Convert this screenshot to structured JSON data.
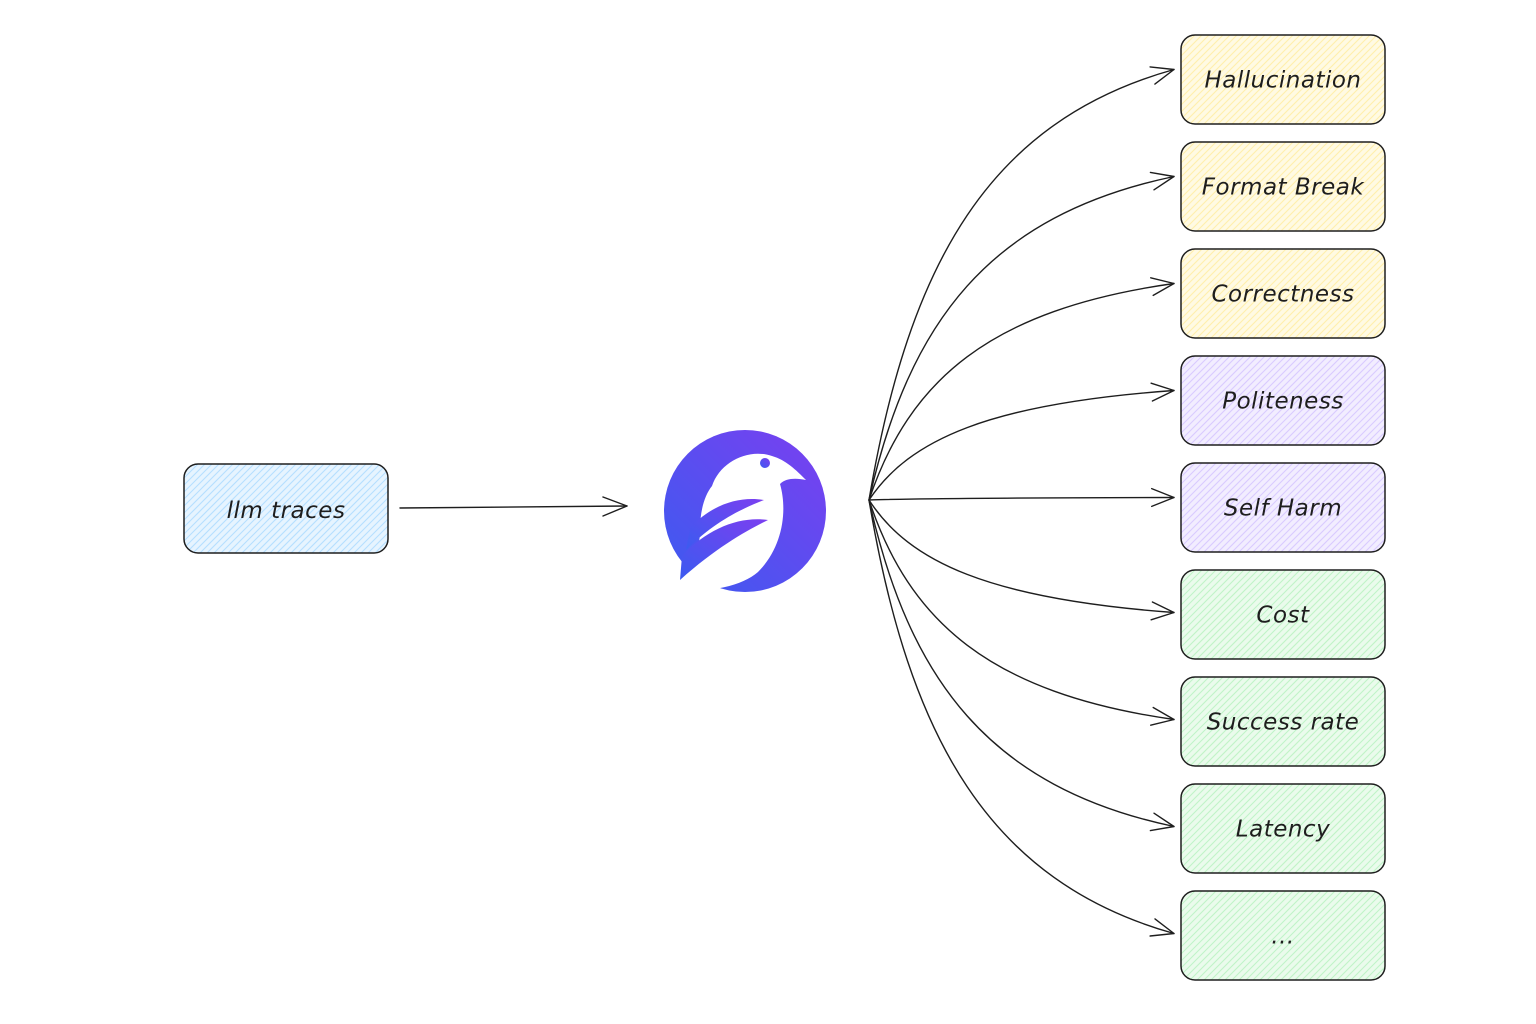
{
  "diagram": {
    "source": {
      "label": "llm traces",
      "fill_color": "#a5d8ff"
    },
    "hub": {
      "icon": "bird-logo-icon",
      "gradient_start": "#3b5bf0",
      "gradient_end": "#7b3ff0"
    },
    "metrics": [
      {
        "label": "Hallucination",
        "fill_color": "#ffec99"
      },
      {
        "label": "Format Break",
        "fill_color": "#ffec99"
      },
      {
        "label": "Correctness",
        "fill_color": "#ffec99"
      },
      {
        "label": "Politeness",
        "fill_color": "#d0bfff"
      },
      {
        "label": "Self Harm",
        "fill_color": "#d0bfff"
      },
      {
        "label": "Cost",
        "fill_color": "#b2f2bb"
      },
      {
        "label": "Success rate",
        "fill_color": "#b2f2bb"
      },
      {
        "label": "Latency",
        "fill_color": "#b2f2bb"
      },
      {
        "label": "...",
        "fill_color": "#b2f2bb"
      }
    ]
  }
}
